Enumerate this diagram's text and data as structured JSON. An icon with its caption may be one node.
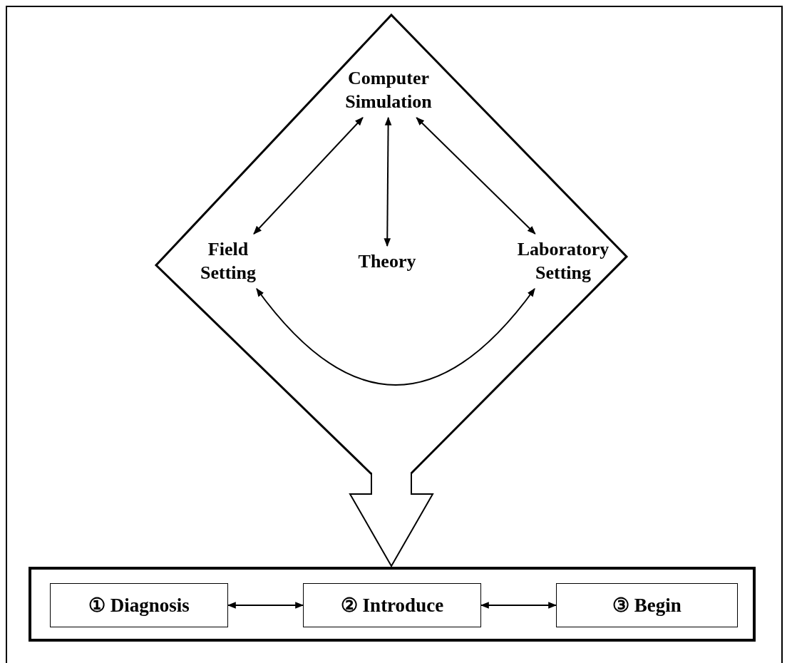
{
  "diagram": {
    "nodes": [
      {
        "text": [],
        "shape": "diamond"
      },
      {
        "text": [
          "Computer Simulation"
        ],
        "in": 0
      },
      {
        "text": [
          "Field Setting"
        ],
        "in": 0
      },
      {
        "text": [
          "Theory"
        ],
        "in": 0
      },
      {
        "text": [
          "Laboratory Setting"
        ],
        "in": 0
      },
      {
        "text": [],
        "shape": "box"
      },
      {
        "text": [
          "① Diagnosis"
        ],
        "in": 5
      },
      {
        "text": [
          "② Introduce"
        ],
        "in": 5
      },
      {
        "text": [
          "③ Begin"
        ],
        "in": 5
      }
    ],
    "edges": [
      {
        "from": 2,
        "to": 1,
        "arrow": "both"
      },
      {
        "from": 1,
        "to": 3,
        "arrow": "both"
      },
      {
        "from": 1,
        "to": 4,
        "arrow": "both"
      },
      {
        "from": 2,
        "to": 4,
        "arrow": "both"
      },
      {
        "from": 0,
        "to": 5,
        "arrow": "to",
        "style": "thick"
      },
      {
        "from": 6,
        "to": 7,
        "arrow": "both"
      },
      {
        "from": 7,
        "to": 8,
        "arrow": "both"
      }
    ]
  }
}
